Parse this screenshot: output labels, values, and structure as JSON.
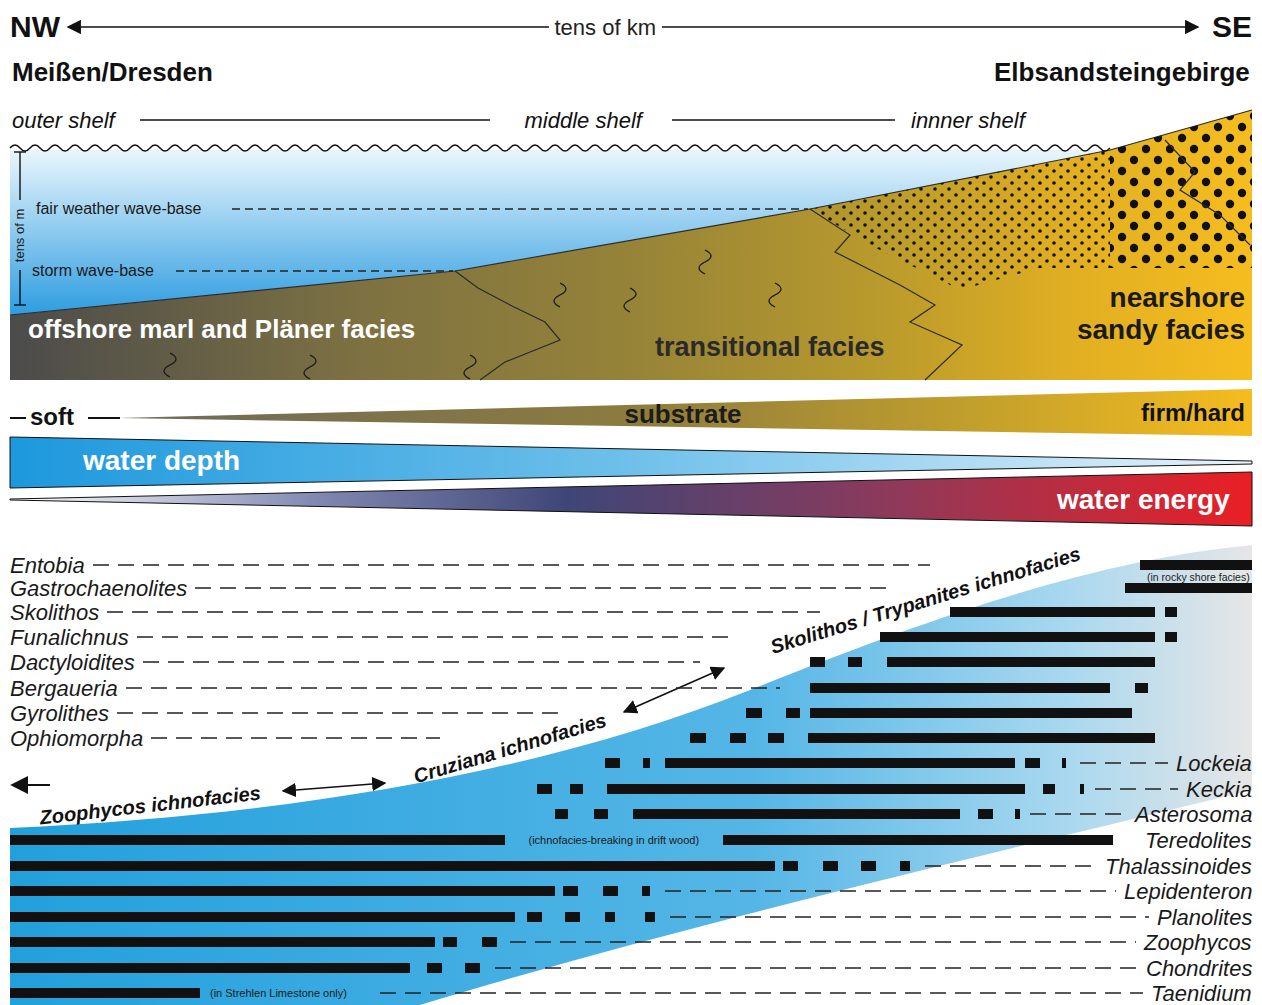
{
  "diagram": {
    "labels": [
      "NW",
      "tens of km",
      "SE",
      "Meißen/Dresden",
      "Elbsandsteingebirge",
      "outer shelf",
      "middle shelf",
      "innner shelf",
      "tens of m",
      "fair weather wave-base",
      "storm wave-base",
      "nearshore sandy facies",
      "offshore marl and Pläner facies",
      "transitional facies",
      "soft",
      "substrate",
      "firm/hard",
      "water depth",
      "water energy",
      "Entobia",
      "Gastrochaenolites",
      "Skolithos",
      "Funalichnus",
      "Dactyloidites",
      "Bergaueria",
      "Gyrolithes",
      "Ophiomorpha",
      "Skolithos / Trypanites ichnofacies",
      "Cruziana ichnofacies",
      "Zoophycos ichnofacies",
      "(in rocky shore facies)",
      "Lockeia",
      "Keckia",
      "Asterosoma",
      "Teredolites",
      "(ichnofacies-breaking in drift wood)",
      "Thalassinoides",
      "Lepidenteron",
      "Planolites",
      "Zoophycos",
      "Chondrites",
      "Taenidium",
      "(in Strehlen Limestone only)"
    ]
  }
}
